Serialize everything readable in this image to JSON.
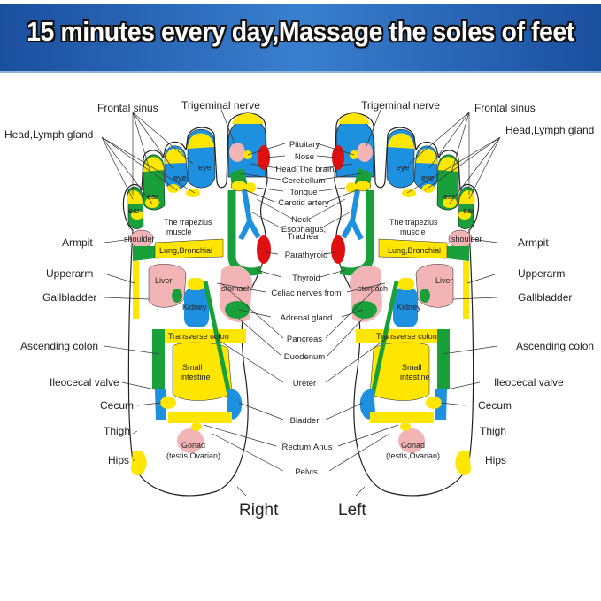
{
  "header": {
    "title": "15 minutes every day,Massage the soles of feet"
  },
  "colors": {
    "blue": "#1e90e0",
    "yellow": "#ffe600",
    "green": "#1aa03a",
    "pink": "#f2b4b4",
    "red": "#e01010",
    "banner": "#2a66b8"
  },
  "side_labels": {
    "frontal_sinus": "Frontal sinus",
    "trigeminal_nerve": "Trigeminal nerve",
    "head_lymph_gland": "Head,Lymph gland",
    "armpit": "Armpit",
    "upperarm": "Upperarm",
    "gallbladder": "Gallbladder",
    "ascending_colon": "Ascending colon",
    "ileocecal_valve": "Ileocecal valve",
    "cecum": "Cecum",
    "thigh": "Thigh",
    "hips": "Hips"
  },
  "center_labels": {
    "pituitary": "Pituitary",
    "nose": "Nose",
    "head_brain": "Head(The brain)",
    "cerebellum": "Cerebellum",
    "tongue": "Tongue",
    "carotid_artery": "Carotid artery",
    "neck": "Neck",
    "esophagus": "Esophagus,",
    "trachea": "Trachea",
    "parathyroid": "Parathyroid",
    "thyroid": "Thyroid",
    "celiac_nerves": "Celiac nerves from",
    "adrenal_gland": "Adrenal gland",
    "pancreas": "Pancreas",
    "duodenum": "Duodenum",
    "ureter": "Ureter",
    "bladder": "Bladder",
    "rectum_anus": "Rectum,Anus",
    "pelvis": "Pelvis"
  },
  "inner_labels": {
    "eye": "eye",
    "ear": "ear",
    "trapezius_1": "The trapezius",
    "trapezius_2": "muscle",
    "shoulder": "shoulder",
    "lung": "Lung,Bronchial",
    "liver": "Liver",
    "stomach": "stomach",
    "kidney": "Kidney",
    "transverse_colon": "Transverse colon",
    "small_intestine_1": "Small",
    "small_intestine_2": "intestine",
    "gonad_1": "Gonad",
    "gonad_2": "(testis,Ovarian)"
  },
  "feet": {
    "right": "Right",
    "left": "Left"
  }
}
